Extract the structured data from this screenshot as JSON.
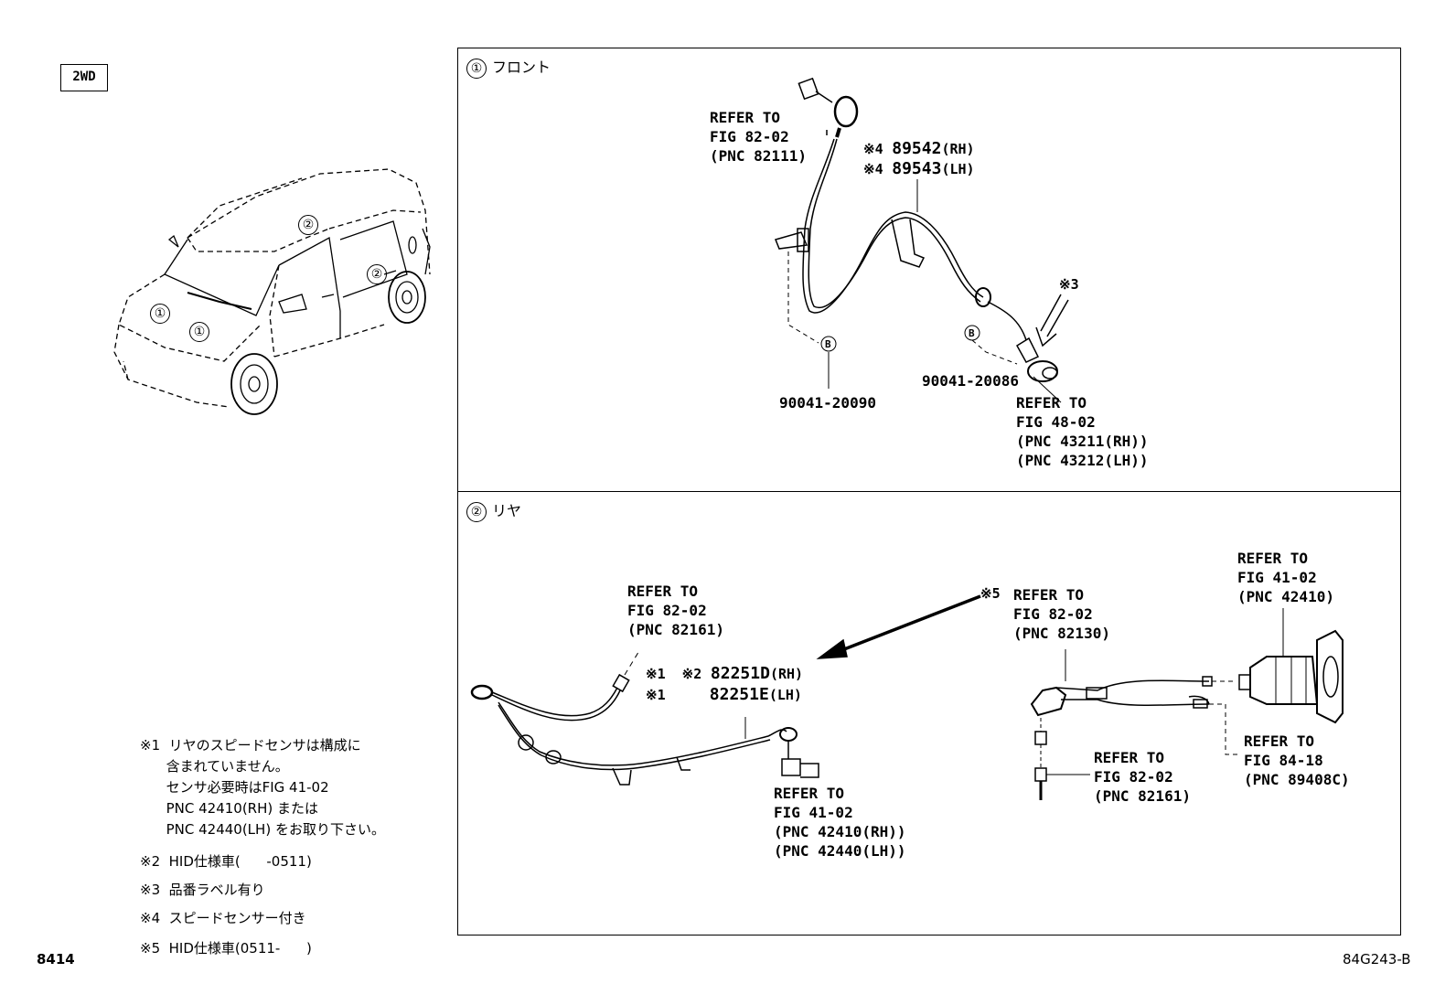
{
  "badge": "2WD",
  "car": {
    "markers": [
      "①",
      "①",
      "②",
      "②"
    ]
  },
  "front": {
    "title": "フロント",
    "num": "①",
    "refer_sensor": [
      "REFER TO",
      "FIG 82-02",
      "(PNC 82111)"
    ],
    "part_rh_mark": "※4",
    "part_rh": "89542",
    "part_rh_side": "(RH)",
    "part_lh_mark": "※4",
    "part_lh": "89543",
    "part_lh_side": "(LH)",
    "note3": "※3",
    "bolt_left_label": "B",
    "bolt_left_pn": "90041-20090",
    "bolt_right_label": "B",
    "bolt_right_pn": "90041-20086",
    "refer_hub": [
      "REFER TO",
      "FIG 48-02",
      "(PNC 43211(RH))",
      "(PNC 43212(LH))"
    ]
  },
  "rear": {
    "title": "リヤ",
    "num": "②",
    "refer_conn": [
      "REFER TO",
      "FIG 82-02",
      "(PNC 82161)"
    ],
    "part_marks": "※1  ※2",
    "part_rh": "82251D",
    "part_rh_side": "(RH)",
    "part_lh_mark": "※1",
    "part_lh": "82251E",
    "part_lh_side": "(LH)",
    "refer_sensor": [
      "REFER TO",
      "FIG 41-02",
      "(PNC 42410(RH))",
      "(PNC 42440(LH))"
    ],
    "note5_mark": "※5",
    "refer_hid": [
      "REFER TO",
      "FIG 82-02",
      "(PNC 82130)"
    ],
    "refer_axle": [
      "REFER TO",
      "FIG 41-02",
      "(PNC 42410)"
    ],
    "refer_harness": [
      "REFER TO",
      "FIG 82-02",
      "(PNC 82161)"
    ],
    "refer_lamp": [
      "REFER TO",
      "FIG 84-18",
      "(PNC 89408C)"
    ]
  },
  "notes": [
    "※1  リヤのスピードセンサは構成に",
    "      含まれていません。",
    "      センサ必要時はFIG 41-02",
    "      PNC 42410(RH) または",
    "      PNC 42440(LH) をお取り下さい。",
    "※2  HID仕様車(      -0511)",
    "※3  品番ラベル有り",
    "※4  スピードセンサー付き",
    "※5  HID仕様車(0511-      )"
  ],
  "footer_left": "8414",
  "footer_right": "84G243-B"
}
